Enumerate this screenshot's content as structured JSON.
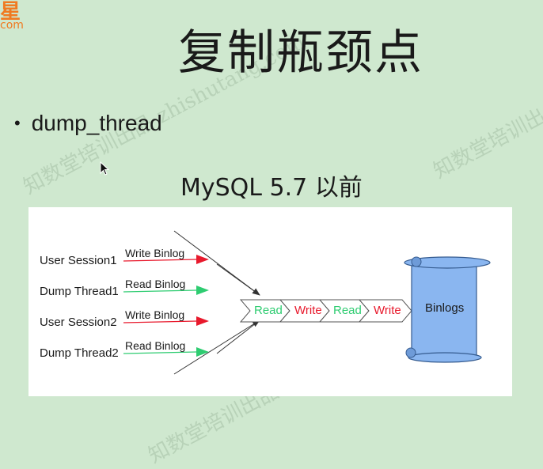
{
  "logo": {
    "mark": "星",
    "domain": "com"
  },
  "watermark": {
    "text": "知数堂培训出品 zhishutang.com"
  },
  "slide": {
    "title": "复制瓶颈点",
    "bullet": "dump_thread",
    "subtitle": "MySQL 5.7 以前"
  },
  "diagram": {
    "sources": [
      {
        "label": "User Session1",
        "action": "Write Binlog",
        "arrow_color": "#e8192c"
      },
      {
        "label": "Dump Thread1",
        "action": "Read Binlog",
        "arrow_color": "#2ecc71"
      },
      {
        "label": "User Session2",
        "action": "Write Binlog",
        "arrow_color": "#e8192c"
      },
      {
        "label": "Dump Thread2",
        "action": "Read Binlog",
        "arrow_color": "#2ecc71"
      }
    ],
    "pipeline": [
      {
        "label": "Read",
        "color": "#2ecc71"
      },
      {
        "label": "Write",
        "color": "#e8192c"
      },
      {
        "label": "Read",
        "color": "#2ecc71"
      },
      {
        "label": "Write",
        "color": "#e8192c"
      }
    ],
    "target": {
      "label": "Binlogs",
      "color": "#8ab6f0"
    }
  }
}
